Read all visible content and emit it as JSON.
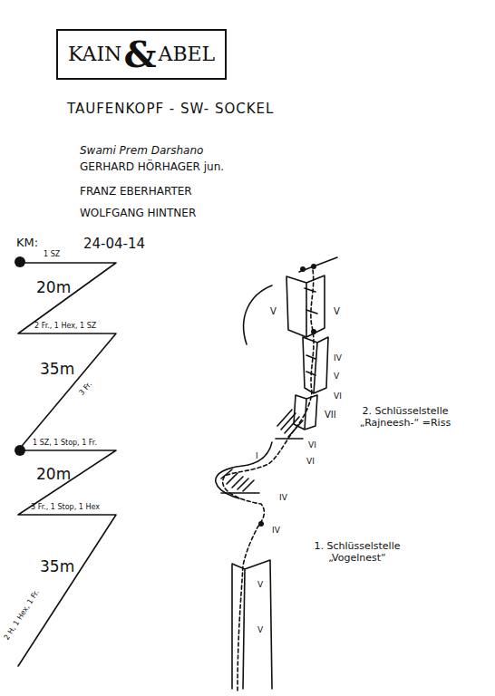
{
  "diagram": {
    "title": "TAUFENKOPF - SW- SOCKEL",
    "nodes": [
      {
        "text": [
          "KAIN",
          "&",
          "ABEL"
        ]
      }
    ],
    "edges": [],
    "labels": [
      "Swami Prem Darshano",
      "GERHARD HÖRHAGER jun.",
      "FRANZ EBERHARTER",
      "WOLFGANG HINTNER",
      "KM:",
      "24-04-14",
      "1 SZ",
      "20m",
      "2 Fr., 1 Hex, 1 SZ",
      "35m",
      "3 Fr.",
      "1 SZ, 1 Stop, 1 Fr.",
      "20m",
      "3 Fr., 1 Stop, 1 Hex",
      "35m",
      "2 H, 1 Hex, 1 Fr.",
      "2. Schlüsselstelle „Rajneesh-“ =Riss",
      "1. Schlüsselstelle „Vogelnest“",
      "V",
      "V",
      "IV",
      "V",
      "VI",
      "VII",
      "VI",
      "VI",
      "I",
      "IV",
      "IV",
      "V",
      "V"
    ]
  }
}
